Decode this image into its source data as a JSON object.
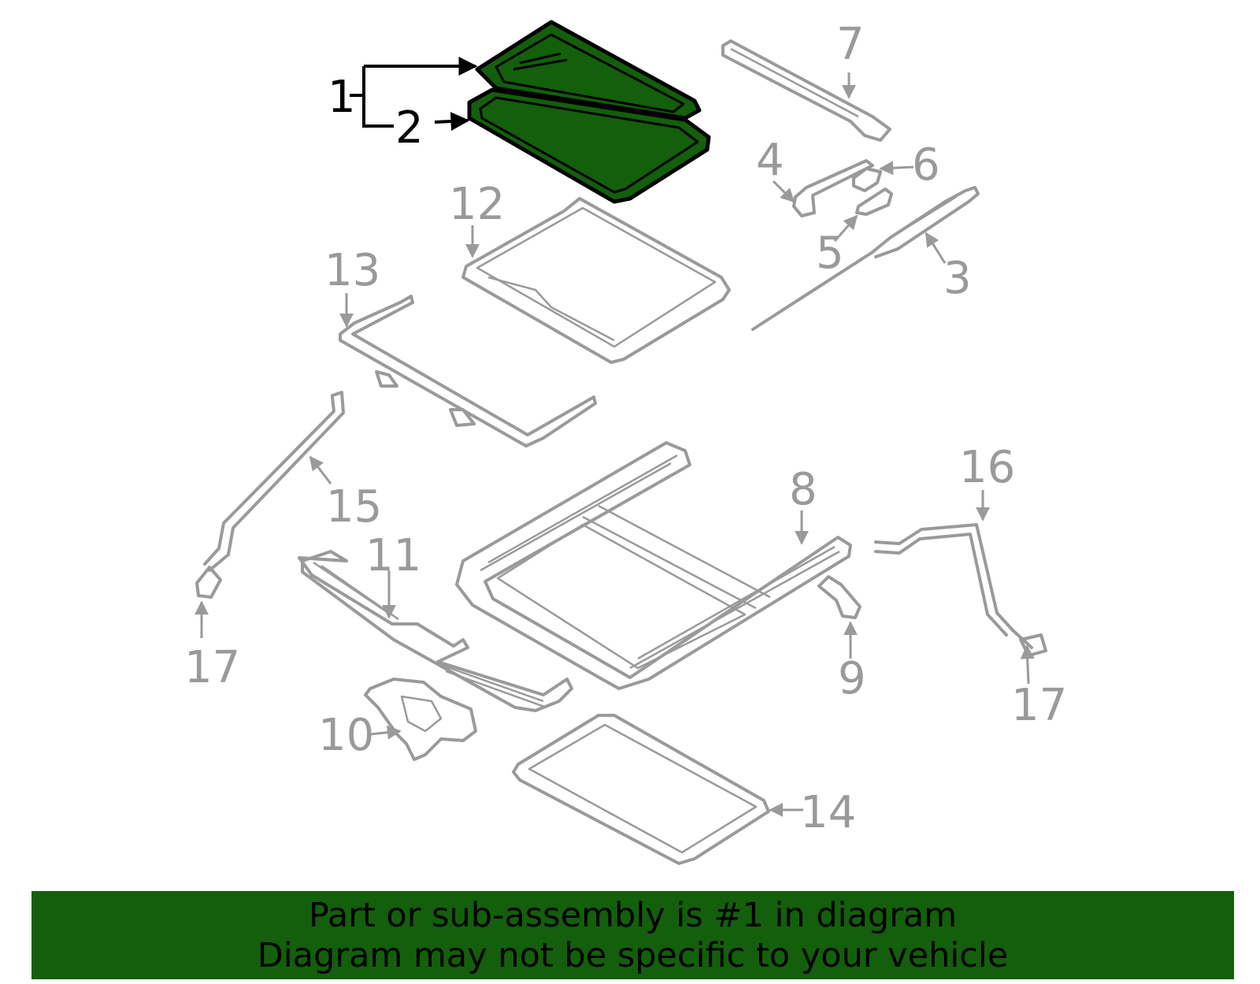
{
  "diagram": {
    "highlight_color": "#135f0b",
    "highlighted_part": "1",
    "callouts": {
      "c1": "1",
      "c2": "2",
      "c3": "3",
      "c4": "4",
      "c5": "5",
      "c6": "6",
      "c7": "7",
      "c8": "8",
      "c9": "9",
      "c10": "10",
      "c11": "11",
      "c12": "12",
      "c13": "13",
      "c14": "14",
      "c15": "15",
      "c16": "16",
      "c17a": "17",
      "c17b": "17"
    }
  },
  "banner": {
    "line1": "Part or sub-assembly is #1 in diagram",
    "line2": "Diagram may not be specific to your vehicle"
  }
}
